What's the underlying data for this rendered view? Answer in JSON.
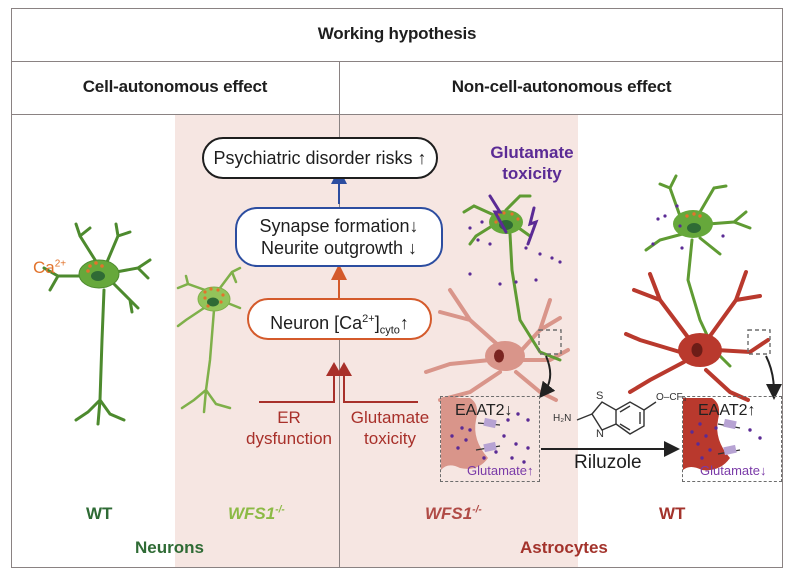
{
  "header": {
    "title": "Working hypothesis",
    "left_column": "Cell-autonomous effect",
    "right_column": "Non-cell-autonomous effect"
  },
  "flow": {
    "top_box": "Psychiatric disorder risks",
    "top_box_arrow": "↑",
    "middle_box_line1": "Synapse formation",
    "middle_box_line1_arrow": "↓",
    "middle_box_line2": "Neurite outgrowth",
    "middle_box_line2_arrow": "↓",
    "bottom_box_prefix": "Neuron [Ca",
    "bottom_box_sup": "2+",
    "bottom_box_suffix": "]",
    "bottom_box_sub": "cyto",
    "bottom_box_arrow": "↑",
    "cause_left_line1": "ER",
    "cause_left_line2": "dysfunction",
    "cause_right_line1": "Glutamate",
    "cause_right_line2": "toxicity"
  },
  "annotations": {
    "ca_label": "Ca",
    "ca_sup": "2+",
    "glutamate_toxicity_line1": "Glutamate",
    "glutamate_toxicity_line2": "toxicity",
    "eaat2_left": "EAAT2",
    "eaat2_left_arrow": "↓",
    "glutamate_left": "Glutamate",
    "glutamate_left_arrow": "↑",
    "eaat2_right": "EAAT2",
    "eaat2_right_arrow": "↑",
    "glutamate_right": "Glutamate",
    "glutamate_right_arrow": "↓",
    "drug_name": "Riluzole",
    "drug_h2n": "H₂N",
    "drug_s": "S",
    "drug_n": "N",
    "drug_ocf3": "O–CF₃"
  },
  "genotypes": {
    "neuron_wt": "WT",
    "neuron_ko_base": "WFS1",
    "neuron_ko_sup": "-/-",
    "astro_ko_base": "WFS1",
    "astro_ko_sup": "-/-",
    "astro_wt": "WT"
  },
  "groups": {
    "neurons": "Neurons",
    "astrocytes": "Astrocytes"
  },
  "colors": {
    "frame": "#8a8282",
    "band": "#f6e6e2",
    "neuron_wt": "#2f6b35",
    "neuron_ko": "#8cba45",
    "astro_ko": "#b04a45",
    "astro_wt": "#a3332c",
    "neuron_fill": "#66a83b",
    "neuron_ko_fill": "#93c45a",
    "astro_ko_fill": "#d9958a",
    "astro_wt_fill": "#b9392d",
    "calcium": "#e2732c",
    "glutamate": "#5b2b95",
    "blue_box": "#2c4da0",
    "orange_box": "#d45a2b",
    "cause_red": "#a8302a"
  }
}
